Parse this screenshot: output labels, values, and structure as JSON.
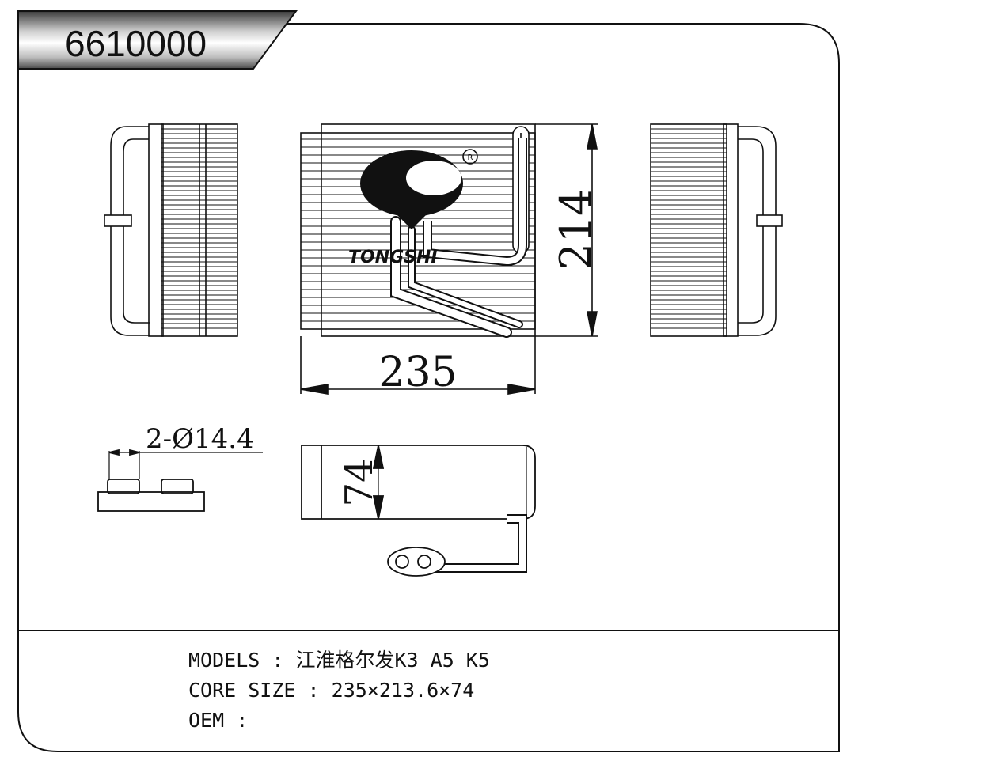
{
  "header": {
    "part_number": "6610000"
  },
  "drawing": {
    "brand_watermark": "TONGSHI",
    "dimensions": {
      "height": "214",
      "width": "235",
      "depth": "74",
      "pipe_diameter": "2-Ø14.4"
    }
  },
  "specs": {
    "models_label": "MODELS",
    "models_value": "江淮格尔发K3 A5 K5",
    "core_size_label": "CORE SIZE",
    "core_size_value": "235×213.6×74",
    "oem_label": "OEM",
    "oem_value": "",
    "separator": ":"
  },
  "colors": {
    "line": "#111111",
    "paper": "#ffffff"
  }
}
